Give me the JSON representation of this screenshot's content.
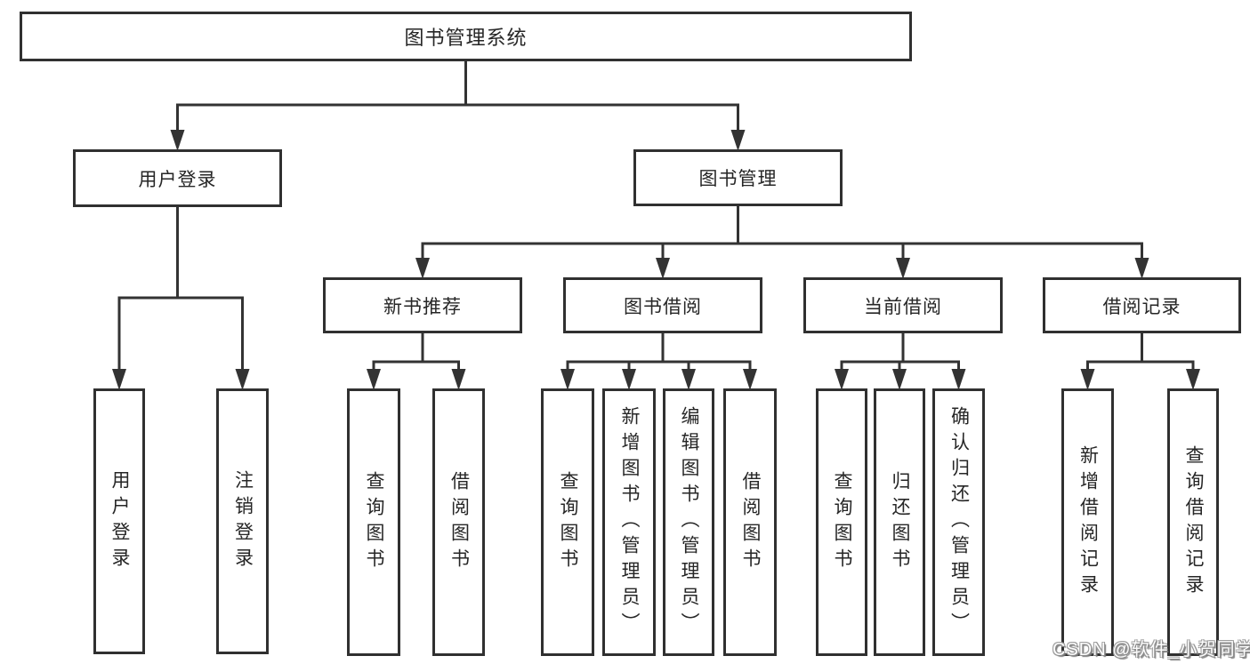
{
  "tree": {
    "label": "图书管理系统",
    "children": [
      {
        "label": "用户登录",
        "children": [
          {
            "label": "用户登录"
          },
          {
            "label": "注销登录"
          }
        ]
      },
      {
        "label": "图书管理",
        "children": [
          {
            "label": "新书推荐",
            "children": [
              {
                "label": "查询图书"
              },
              {
                "label": "借阅图书"
              }
            ]
          },
          {
            "label": "图书借阅",
            "children": [
              {
                "label": "查询图书"
              },
              {
                "label": "新增图书（管理员）"
              },
              {
                "label": "编辑图书（管理员）"
              },
              {
                "label": "借阅图书"
              }
            ]
          },
          {
            "label": "当前借阅",
            "children": [
              {
                "label": "查询图书"
              },
              {
                "label": "归还图书"
              },
              {
                "label": "确认归还（管理员）"
              }
            ]
          },
          {
            "label": "借阅记录",
            "children": [
              {
                "label": "新增借阅记录"
              },
              {
                "label": "查询借阅记录"
              }
            ]
          }
        ]
      }
    ]
  },
  "watermark": {
    "text": "CSDN @软件_小贺同学"
  },
  "colors": {
    "line": "#333333",
    "box_border": "#303030",
    "text": "#262626",
    "background": "#ffffff"
  }
}
